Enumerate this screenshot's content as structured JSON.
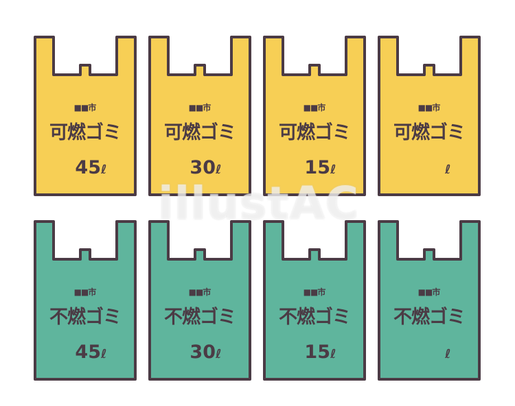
{
  "colors": {
    "outline": "#4b3b45",
    "burnable_fill": "#f7cf55",
    "nonburnable_fill": "#5fb59d",
    "text": "#4b3b45"
  },
  "city_label": {
    "dots": "■■",
    "suffix": "市"
  },
  "unit": "ℓ",
  "rows": [
    {
      "category": "可燃ゴミ",
      "fill_key": "burnable_fill",
      "bags": [
        {
          "volume": "45"
        },
        {
          "volume": "30"
        },
        {
          "volume": "15"
        },
        {
          "volume": ""
        }
      ]
    },
    {
      "category": "不燃ゴミ",
      "fill_key": "nonburnable_fill",
      "bags": [
        {
          "volume": "45"
        },
        {
          "volume": "30"
        },
        {
          "volume": "15"
        },
        {
          "volume": ""
        }
      ]
    }
  ],
  "watermark": "illustAC"
}
